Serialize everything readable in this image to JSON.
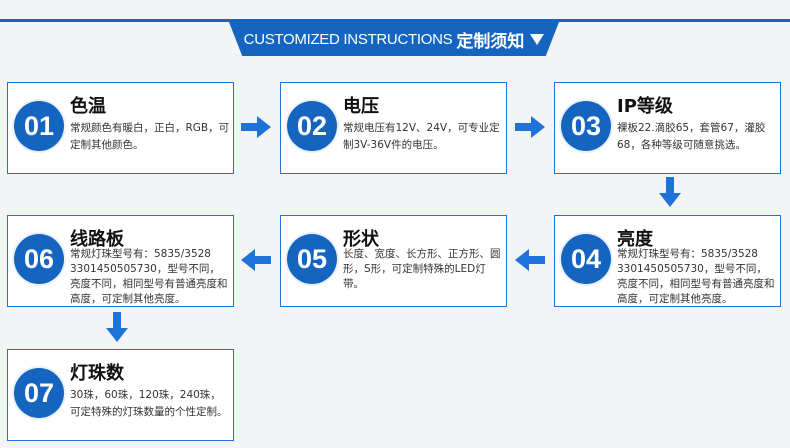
{
  "header": {
    "title_en": "CUSTOMIZED INSTRUCTIONS",
    "title_cn": "定制须知"
  },
  "accent": "#1565c0",
  "steps": [
    {
      "number": "01",
      "title": "色温",
      "desc": "常规颜色有暖白，正白，RGB，可定制其他颜色。"
    },
    {
      "number": "02",
      "title": "电压",
      "desc": "常规电压有12V、24V，可专业定制3V-36V件的电压。"
    },
    {
      "number": "03",
      "title": "IP等级",
      "desc": "裸板22.滴胶65，套管67，灌胶68，各种等级可随意挑选。"
    },
    {
      "number": "04",
      "title": "亮度",
      "desc": "常规灯珠型号有：5835/3528 3301450505730，型号不同，亮度不同，相同型号有普通亮度和高度，可定制其他亮度。"
    },
    {
      "number": "05",
      "title": "形状",
      "desc": "长度、宽度、长方形、正方形、圆形，S形，可定制特殊的LED灯带。"
    },
    {
      "number": "06",
      "title": "线路板",
      "desc": "常规灯珠型号有：5835/3528 3301450505730，型号不同，亮度不同，相同型号有普通亮度和高度，可定制其他亮度。"
    },
    {
      "number": "07",
      "title": "灯珠数",
      "desc": "30珠，60珠，120珠，240珠，可定特殊的灯珠数量的个性定制。"
    }
  ]
}
